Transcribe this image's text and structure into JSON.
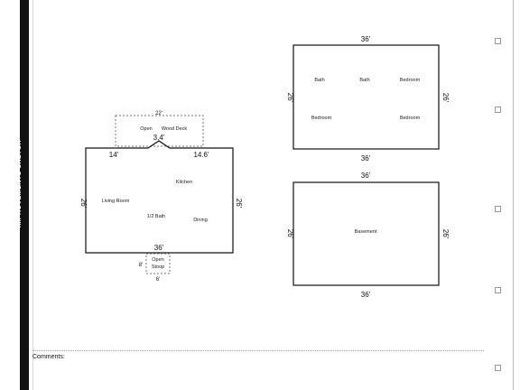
{
  "sidebar": {
    "title": "IMPROVEMENTS SKETCH"
  },
  "main_floor": {
    "rooms": [
      "Living Room",
      "Kitchen",
      "1/2 Bath",
      "Dining"
    ],
    "dims": {
      "top_left": "14'",
      "top_bump": "3.4'",
      "top_right": "14.6'",
      "left": "26'",
      "right": "26'",
      "bottom": "36'"
    }
  },
  "porch_top": {
    "labels": [
      "Open",
      "Wood Deck"
    ],
    "width": "22'"
  },
  "porch_bottom": {
    "labels": [
      "Open",
      "Stoop"
    ],
    "left": "8'",
    "bottom": "6'"
  },
  "upper_floor": {
    "rooms": [
      "Bath",
      "Bath",
      "Bedroom",
      "Bedroom",
      "Bedroom"
    ],
    "dims": {
      "top": "36'",
      "left": "26'",
      "right": "26'",
      "bottom": "36'"
    }
  },
  "basement": {
    "rooms": [
      "Basement"
    ],
    "dims": {
      "top": "36'",
      "left": "26'",
      "right": "26'",
      "bottom": "36'"
    }
  },
  "footer": {
    "comments_label": "Comments:"
  }
}
